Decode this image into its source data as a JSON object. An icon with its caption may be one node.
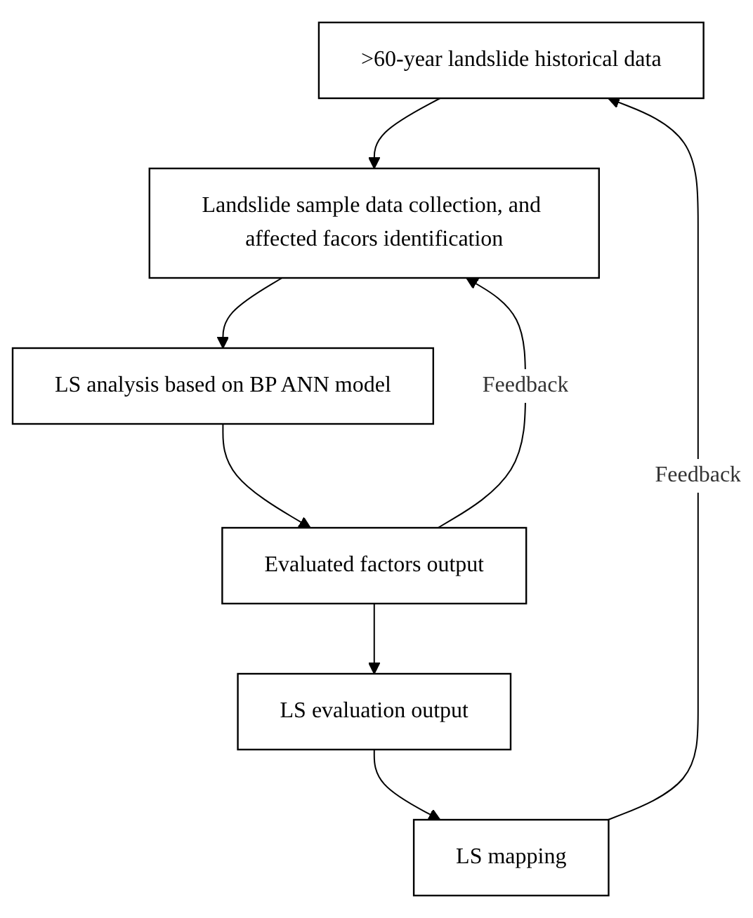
{
  "diagram": {
    "nodes": [
      {
        "text": [
          ">60-year landslide historical data"
        ]
      },
      {
        "text": [
          "Landslide sample data collection, and affected facors identification"
        ]
      },
      {
        "text": [
          "LS analysis based on BP ANN model"
        ]
      },
      {
        "text": [
          "Evaluated factors output"
        ]
      },
      {
        "text": [
          "LS evaluation output"
        ]
      },
      {
        "text": [
          "LS mapping"
        ]
      }
    ],
    "edges": [
      {
        "from": 0,
        "to": 1,
        "arrow": "to"
      },
      {
        "from": 1,
        "to": 2,
        "arrow": "to"
      },
      {
        "from": 2,
        "to": 3,
        "arrow": "to"
      },
      {
        "from": 3,
        "to": 4,
        "arrow": "to"
      },
      {
        "from": 4,
        "to": 5,
        "arrow": "to"
      },
      {
        "from": 3,
        "to": 1,
        "arrow": "to",
        "label": "Feedback"
      },
      {
        "from": 5,
        "to": 0,
        "arrow": "to",
        "label": "Feedback"
      }
    ]
  }
}
